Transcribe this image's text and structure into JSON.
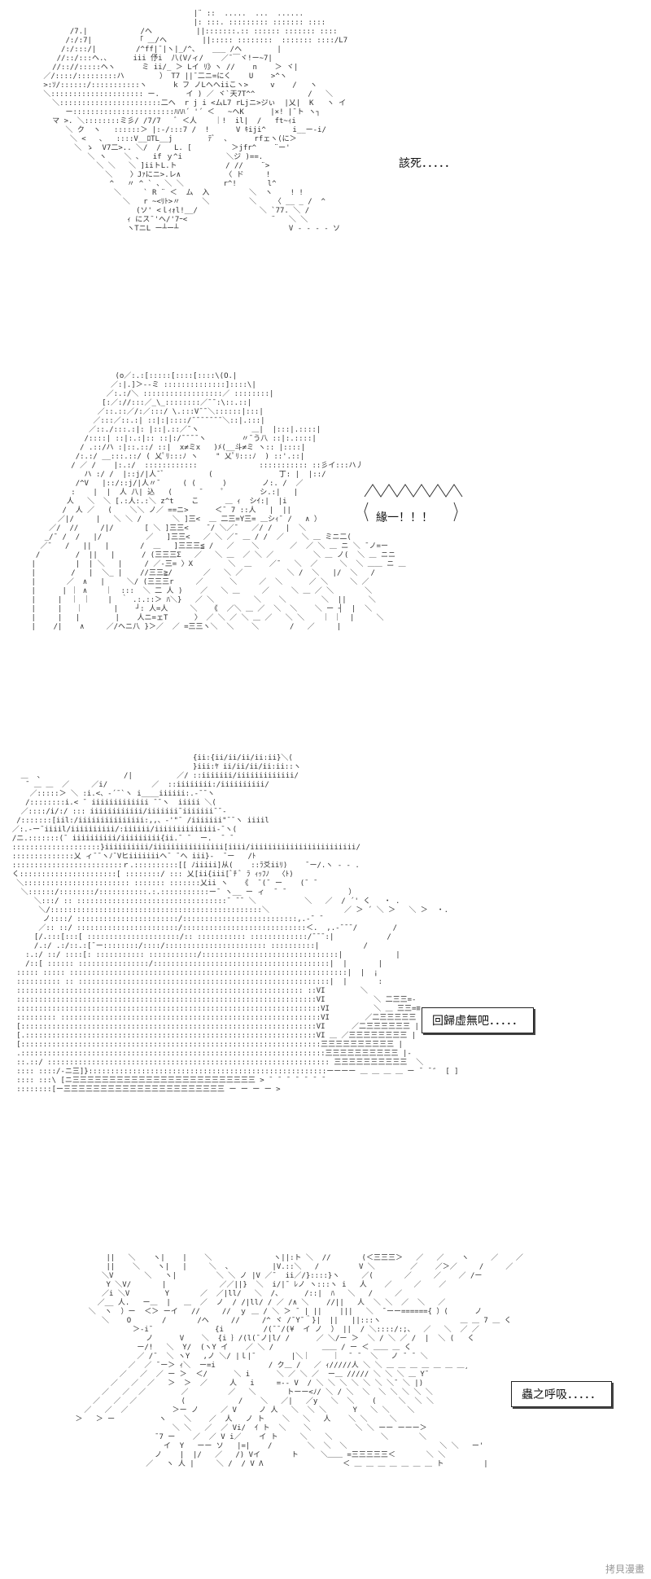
{
  "panels": [
    {
      "dialog": "該死．．．．．"
    },
    {
      "dialog": "緣一！！！"
    },
    {
      "dialog": "回歸虛無吧．．．．．"
    },
    {
      "dialog": "蟲之呼吸．．．．．"
    }
  ],
  "watermark": "拷貝漫畫",
  "colors": {
    "ink": "#303030",
    "background": "#ffffff",
    "watermark": "#9a9a9a"
  }
}
